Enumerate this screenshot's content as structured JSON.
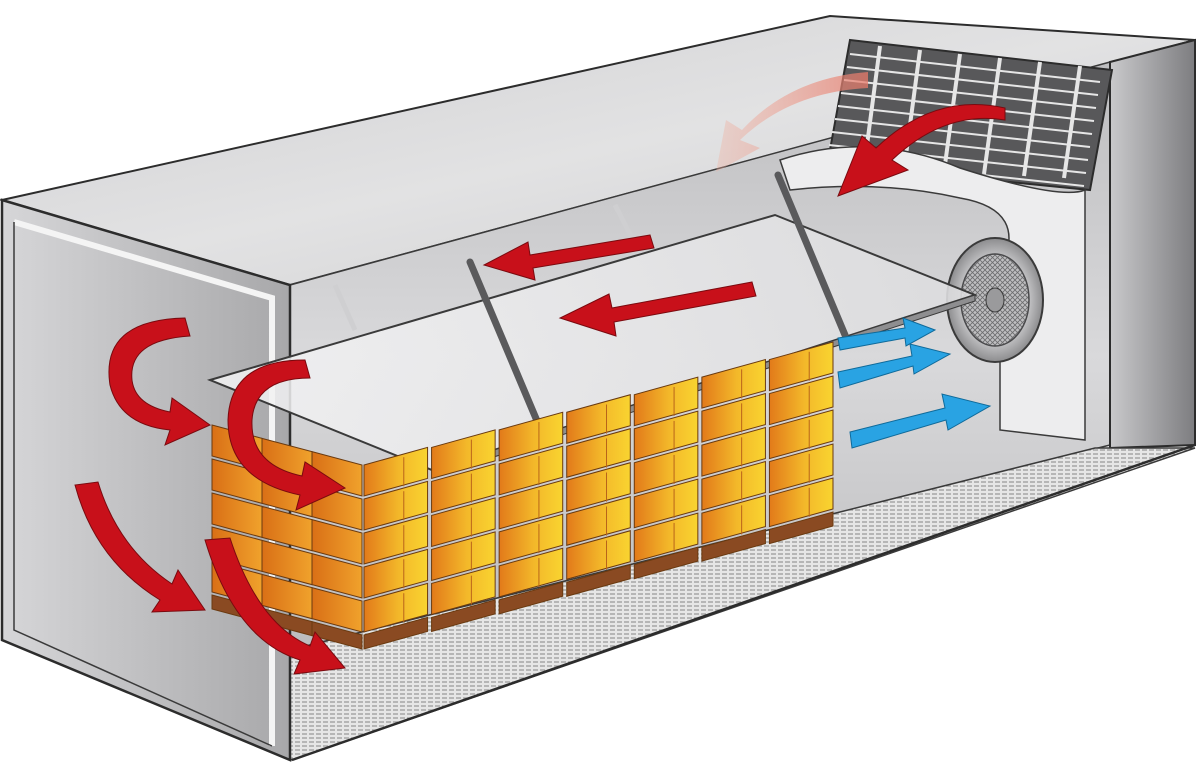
{
  "illustration": {
    "subject": "refrigerated-container-airflow",
    "text_labels": [],
    "pallet_rows": 7,
    "pallet_box_layers": 5,
    "flow_legend": {
      "warm_air_color": "#c8101a",
      "cold_air_color": "#29a3e3"
    },
    "colors": {
      "wall_light": "#e9e9ea",
      "wall_mid": "#c9c9cb",
      "wall_dark": "#9c9c9e",
      "edge": "#2c2c2c",
      "box_top": "#f7c15a",
      "box_front_left": "#e8861e",
      "box_front_right": "#f7c928",
      "pallet_wood": "#8a4a22",
      "floor_grating": "#d4d4d4"
    }
  }
}
